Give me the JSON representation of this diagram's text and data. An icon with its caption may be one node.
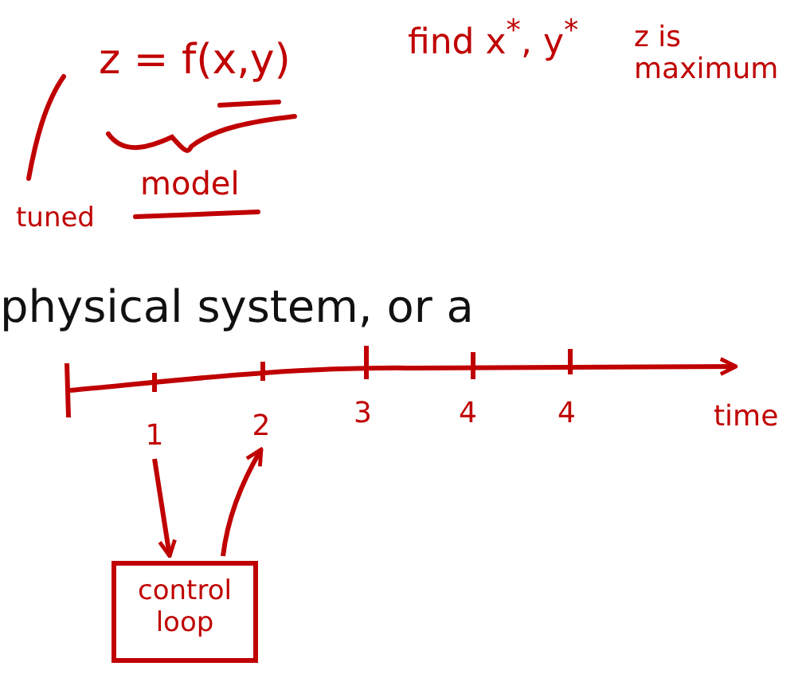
{
  "diagram": {
    "nodes": [
      {
        "text": [
          "1"
        ]
      },
      {
        "text": [
          "2"
        ]
      },
      {
        "text": [
          "control loop"
        ]
      }
    ],
    "edges": [
      {
        "from": 0,
        "to": 2,
        "arrow": "to"
      },
      {
        "from": 2,
        "to": 1,
        "arrow": "to"
      }
    ],
    "labels": [
      "z = f(x,y)",
      "model",
      "tuned",
      "find x$^{*}$, y$^{*}$",
      "z is maximum",
      "physical system, or a",
      "3",
      "4",
      "4",
      "time"
    ]
  }
}
